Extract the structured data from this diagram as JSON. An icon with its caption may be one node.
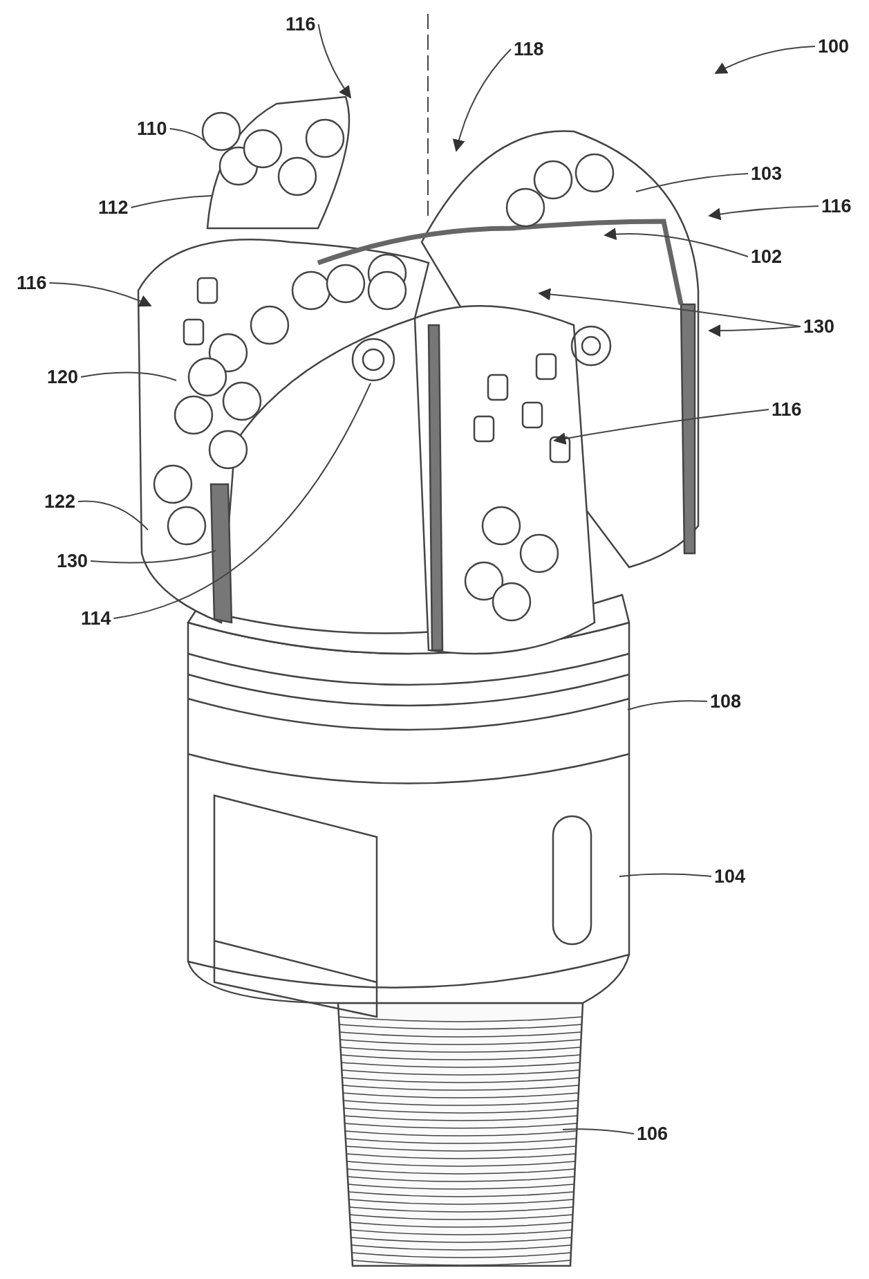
{
  "diagram": {
    "nodes": [
      {
        "text": [
          "100"
        ]
      },
      {
        "text": [
          "116"
        ]
      },
      {
        "text": [
          "118"
        ]
      },
      {
        "text": [
          "110"
        ]
      },
      {
        "text": [
          "112"
        ]
      },
      {
        "text": [
          "103"
        ]
      },
      {
        "text": [
          "116"
        ]
      },
      {
        "text": [
          "102"
        ]
      },
      {
        "text": [
          "116"
        ]
      },
      {
        "text": [
          "130"
        ]
      },
      {
        "text": [
          "120"
        ]
      },
      {
        "text": [
          "116"
        ]
      },
      {
        "text": [
          "122"
        ]
      },
      {
        "text": [
          "130"
        ]
      },
      {
        "text": [
          "114"
        ]
      },
      {
        "text": [
          "108"
        ]
      },
      {
        "text": [
          "104"
        ]
      },
      {
        "text": [
          "106"
        ]
      }
    ],
    "edges": [
      {
        "from": 0,
        "to": null,
        "arrow": "to"
      },
      {
        "from": 1,
        "to": null,
        "arrow": "to"
      },
      {
        "from": 2,
        "to": null,
        "arrow": "to"
      },
      {
        "from": 3,
        "to": null,
        "arrow": "none"
      },
      {
        "from": 4,
        "to": null,
        "arrow": "none"
      },
      {
        "from": 5,
        "to": null,
        "arrow": "none"
      },
      {
        "from": 6,
        "to": null,
        "arrow": "to"
      },
      {
        "from": 7,
        "to": null,
        "arrow": "to"
      },
      {
        "from": 8,
        "to": null,
        "arrow": "to"
      },
      {
        "from": 9,
        "to": null,
        "arrow": "to"
      },
      {
        "from": 9,
        "to": null,
        "arrow": "to"
      },
      {
        "from": 10,
        "to": null,
        "arrow": "none"
      },
      {
        "from": 11,
        "to": null,
        "arrow": "to"
      },
      {
        "from": 12,
        "to": null,
        "arrow": "none"
      },
      {
        "from": 13,
        "to": null,
        "arrow": "none"
      },
      {
        "from": 14,
        "to": null,
        "arrow": "none"
      },
      {
        "from": 15,
        "to": null,
        "arrow": "none"
      },
      {
        "from": 16,
        "to": null,
        "arrow": "none"
      },
      {
        "from": 17,
        "to": null,
        "arrow": "none"
      }
    ]
  }
}
